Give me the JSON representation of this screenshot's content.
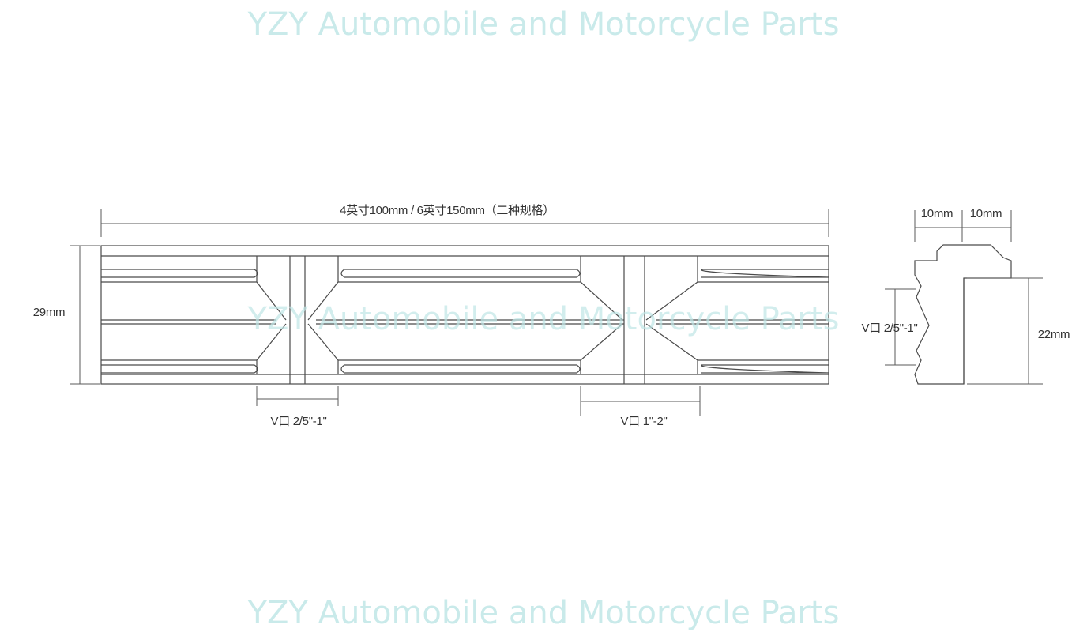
{
  "watermark": {
    "top": "YZY Automobile and Motorcycle Parts",
    "middle": "YZY Automobile and Motorcycle Parts",
    "bottom": "YZY Automobile and Motorcycle Parts"
  },
  "dimensions": {
    "length_label": "4英寸100mm / 6英寸150mm（二种规格）",
    "height_label": "29mm",
    "slot_left_label": "V口 2/5\"-1\"",
    "slot_right_label": "V口 1\"-2\"",
    "profile_top_left": "10mm",
    "profile_top_right": "10mm",
    "profile_v_label": "V口 2/5\"-1\"",
    "profile_height_label": "22mm"
  },
  "colors": {
    "line": "#4a4a4a",
    "watermark": "#bfe6e6",
    "background": "#ffffff"
  }
}
